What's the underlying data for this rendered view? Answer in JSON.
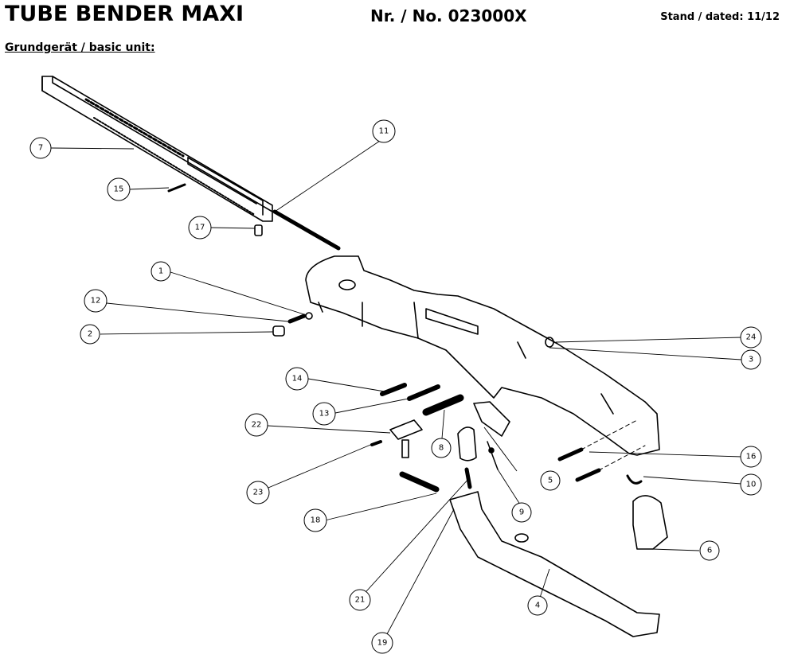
{
  "header": {
    "title": "TUBE BENDER MAXI",
    "part_number": "Nr. / No. 023000X",
    "dated": "Stand / dated: 11/12"
  },
  "section": {
    "subtitle": "Grundgerät / basic unit:"
  },
  "callouts": [
    {
      "id": "callout-1",
      "label": "1"
    },
    {
      "id": "callout-2",
      "label": "2"
    },
    {
      "id": "callout-3",
      "label": "3"
    },
    {
      "id": "callout-4",
      "label": "4"
    },
    {
      "id": "callout-5",
      "label": "5"
    },
    {
      "id": "callout-6",
      "label": "6"
    },
    {
      "id": "callout-7",
      "label": "7"
    },
    {
      "id": "callout-8",
      "label": "8"
    },
    {
      "id": "callout-9",
      "label": "9"
    },
    {
      "id": "callout-10",
      "label": "10"
    },
    {
      "id": "callout-11",
      "label": "11"
    },
    {
      "id": "callout-12",
      "label": "12"
    },
    {
      "id": "callout-13",
      "label": "13"
    },
    {
      "id": "callout-14",
      "label": "14"
    },
    {
      "id": "callout-15",
      "label": "15"
    },
    {
      "id": "callout-16",
      "label": "16"
    },
    {
      "id": "callout-17",
      "label": "17"
    },
    {
      "id": "callout-18",
      "label": "18"
    },
    {
      "id": "callout-19",
      "label": "19"
    },
    {
      "id": "callout-21",
      "label": "21"
    },
    {
      "id": "callout-22",
      "label": "22"
    },
    {
      "id": "callout-23",
      "label": "23"
    },
    {
      "id": "callout-24",
      "label": "24"
    }
  ]
}
